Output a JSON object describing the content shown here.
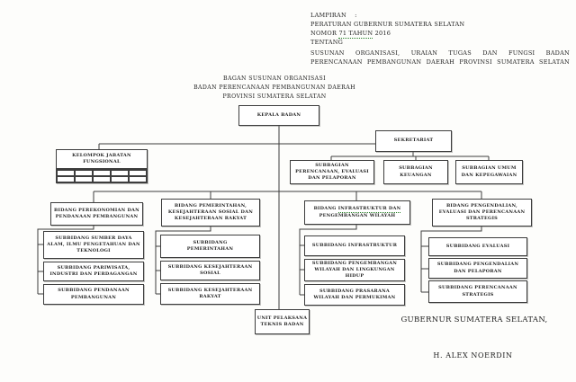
{
  "header": {
    "lampiran": "LAMPIRAN    :",
    "peraturan": "PERATURAN GUBERNUR SUMATERA SELATAN",
    "nomor_pre": "NOMOR ",
    "nomor_underlined": "71 TAHUN",
    "nomor_post": " 2016",
    "tentang": "TENTANG",
    "subject": "SUSUNAN ORGANISASI, URAIAN TUGAS DAN FUNGSI BADAN\nPERENCANAAN PEMBANGUNAN DAERAH PROVINSI SUMATERA SELATAN"
  },
  "title": {
    "line1": "BAGAN SUSUNAN ORGANISASI",
    "line2": "BADAN PERENCANAAN PEMBANGUNAN DAERAH",
    "line3": "PROVINSI SUMATERA SELATAN"
  },
  "org": {
    "kepala_badan": "KEPALA BADAN",
    "kelompok_jabatan": "KELOMPOK JABATAN\nFUNGSIONAL",
    "sekretariat": "SEKRETARIAT",
    "subbagian": [
      {
        "label": "SUBBAGIAN\nPERENCANAAN, EVALUASI\nDAN PELAPORAN"
      },
      {
        "label": "SUBBAGIAN\nKEUANGAN"
      },
      {
        "label": "SUBBAGIAN UMUM\nDAN KEPEGAWAIAN"
      }
    ],
    "bidang": [
      {
        "label": "BIDANG PEREKONOMIAN DAN\nPENDANAAN PEMBANGUNAN"
      },
      {
        "label": "BIDANG PEMERINTAHAN,\nKESEJAHTERAAN SOSIAL DAN\nKESEJAHTERAAN RAKYAT"
      },
      {
        "label_pre": "BIDANG ",
        "label_underlined": "INFRASTRUKTUR DAN",
        "label_post": "\nPENGEMBANGAN WILAYAH"
      },
      {
        "label": "BIDANG PENGENDALIAN,\nEVALUASI DAN PERENCANAAN\nSTRATEGIS"
      }
    ],
    "subbidang": [
      [
        "SUBBIDANG SUMBER DAYA\nALAM, ILMU PENGETAHUAN DAN\nTEKNOLOGI",
        "SUBBIDANG PARIWISATA,\nINDUSTRI DAN PERDAGANGAN",
        "SUBBIDANG PENDANAAN\nPEMBANGUNAN"
      ],
      [
        "SUBBIDANG\nPEMERINTAHAN",
        "SUBBIDANG KESEJAHTERAAN\nSOSIAL",
        "SUBBIDANG KESEJAHTERAAN\nRAKYAT"
      ],
      [
        "SUBBIDANG INFRASTRUKTUR",
        "SUBBIDANG PENGEMBANGAN\nWILAYAH DAN LINGKUNGAN\nHIDUP",
        "SUBBIDANG PRASARANA\nWILAYAH DAN PERMUKIMAN"
      ],
      [
        "SUBBIDANG EVALUASI",
        "SUBBIDANG PENGENDALIAN\nDAN PELAPORAN",
        "SUBBIDANG PERENCANAAN\nSTRATEGIS"
      ]
    ],
    "upt": "UNIT PELAKSANA\nTEKNIS BADAN"
  },
  "signature": {
    "office": "GUBERNUR SUMATERA SELATAN,",
    "name": "H. ALEX NOERDIN"
  },
  "colors": {
    "line": "#3d3d3d",
    "spell_underline": "#217a21",
    "text": "#1d1d1d",
    "background": "#fdfdfb"
  }
}
